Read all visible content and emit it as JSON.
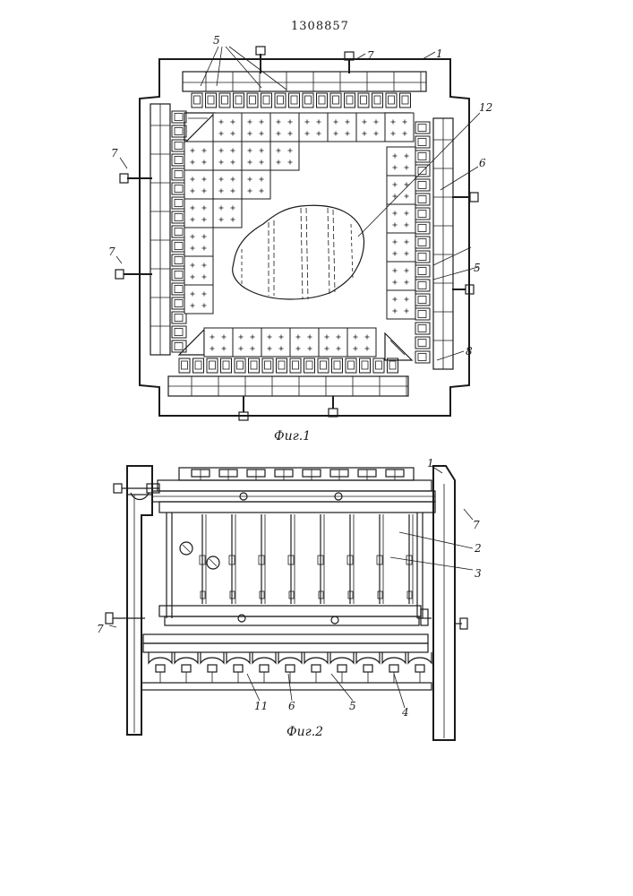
{
  "patent_number": "1308857",
  "fig1": {
    "caption": "Фиг.1",
    "labels": {
      "l1": "1",
      "l5a": "5",
      "l7a": "7",
      "l7b": "7",
      "l7c": "7",
      "l12": "12",
      "l6": "6",
      "l5b": "5",
      "l8": "8"
    }
  },
  "fig2": {
    "caption": "Фиг.2",
    "labels": {
      "l1": "1",
      "l7a": "7",
      "l7b": "7",
      "l2": "2",
      "l3": "3",
      "l11": "11",
      "l6": "6",
      "l5": "5",
      "l4": "4"
    }
  }
}
